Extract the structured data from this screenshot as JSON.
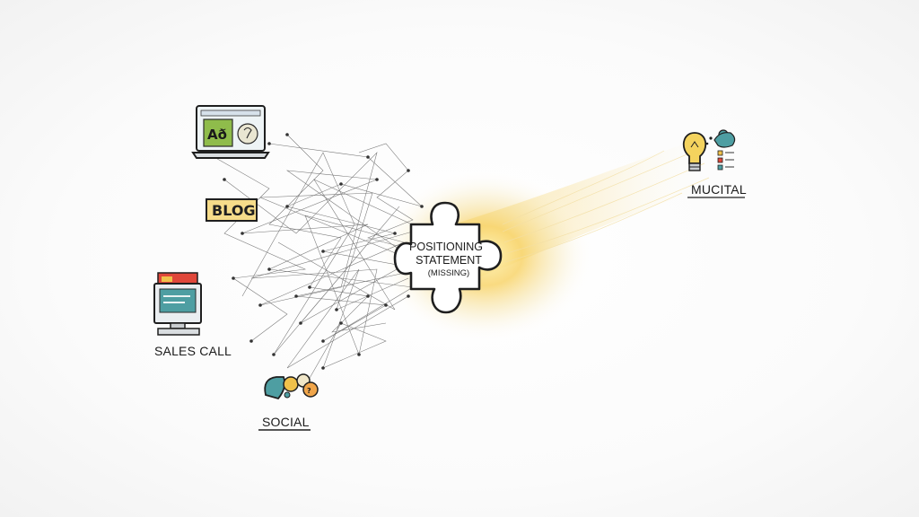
{
  "labels": {
    "blog": "BLOG",
    "sales_call": "SALES CALL",
    "social": "SOCIAL",
    "outcome": "MUCITAL"
  },
  "puzzle": {
    "line1": "POSITIONING",
    "line2": "STATEMENT",
    "line3": "(MISSING)"
  },
  "colors": {
    "ink": "#1f1f1f",
    "glow": "#f6cf5a",
    "screen_teal": "#4e9ea2",
    "ad_green": "#8fbc4b",
    "ad_yellow": "#f0c14a",
    "tab_red": "#e0473a",
    "blog_tag": "#f6dc8a",
    "accent_orange": "#f0a54a"
  },
  "icons": {
    "laptop": "laptop-ad-icon",
    "desktop": "desktop-computer-icon",
    "social": "social-bubbles-icon",
    "bulb": "lightbulb-icon"
  }
}
